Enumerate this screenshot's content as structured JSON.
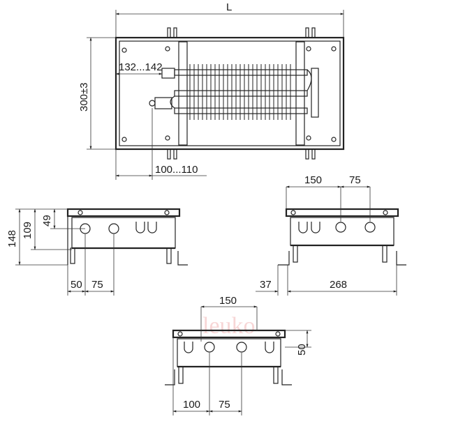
{
  "dimensions": {
    "length": "L",
    "depth": "300±3",
    "pipe_offset": "132...142",
    "inlet_offset": "100...110",
    "height_total": "148",
    "height_109": "109",
    "height_49": "49",
    "dim_50_left": "50",
    "dim_75_left": "75",
    "dim_150_right": "150",
    "dim_75_right": "75",
    "dim_37": "37",
    "dim_268": "268",
    "dim_150_bottom": "150",
    "dim_50_bottom": "50",
    "dim_100_bottom": "100",
    "dim_75_bottom": "75"
  },
  "colors": {
    "line": "#222222",
    "watermark": "#e06060"
  }
}
